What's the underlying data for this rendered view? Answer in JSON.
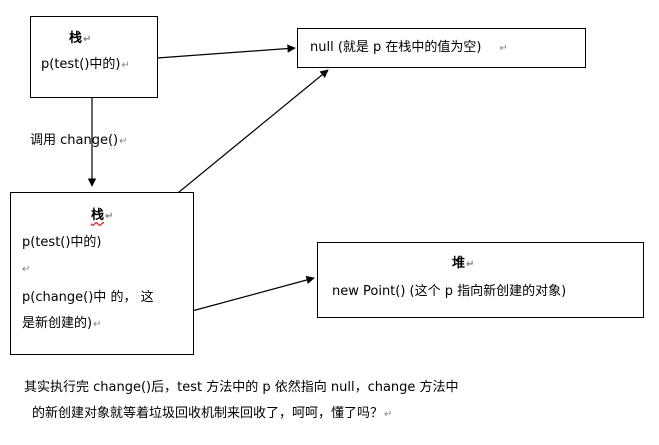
{
  "stack_top": {
    "title": "栈",
    "line": "p(test()中的)"
  },
  "null_box": {
    "text": "null (就是 p 在栈中的值为空)"
  },
  "call_label": "调用 change()",
  "stack_bottom": {
    "title": "栈",
    "line1": "p(test()中的)",
    "line2a": "p(change()中 的， 这",
    "line2b": "是新创建的)"
  },
  "heap": {
    "title": "堆",
    "text": "new Point() (这个 p 指向新创建的对象)"
  },
  "paragraph": {
    "line1": "其实执行完 change()后，test 方法中的 p 依然指向 null，change 方法中",
    "line2": "的新创建对象就等着垃圾回收机制来回收了，呵呵，懂了吗？"
  },
  "return_mark": "↵"
}
